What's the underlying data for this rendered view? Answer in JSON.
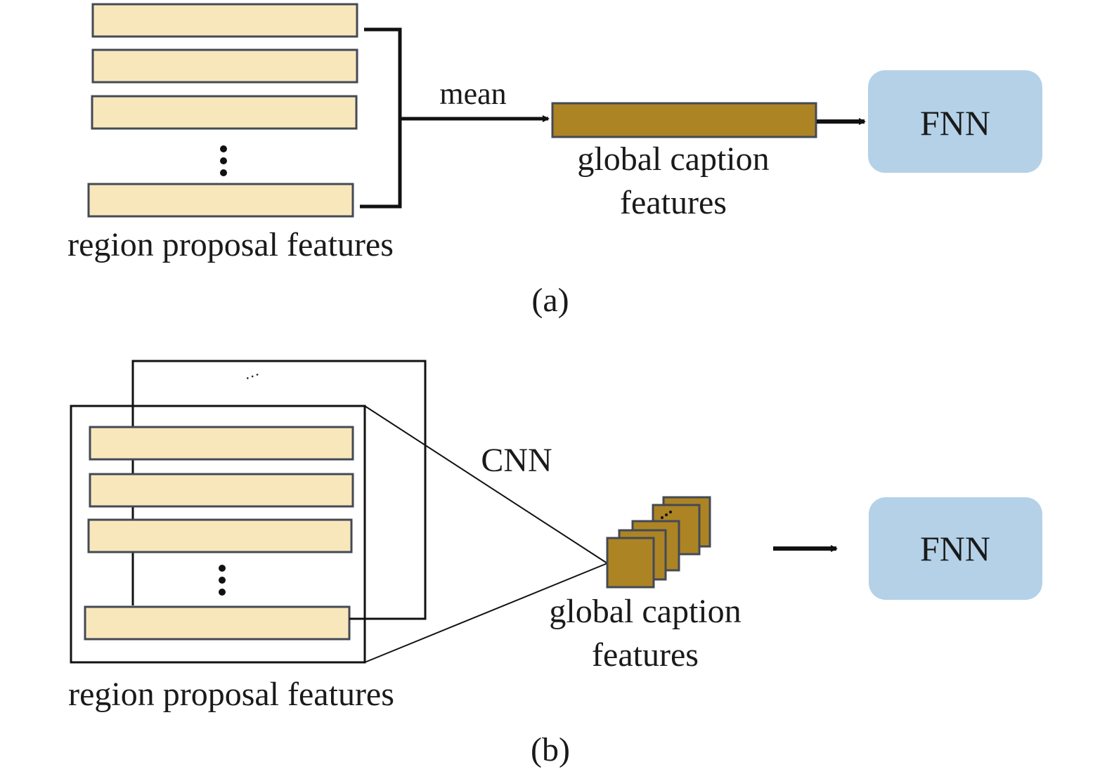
{
  "colors": {
    "region_feature_fill": "#f9e7bc",
    "region_feature_stroke": "#434a55",
    "global_feature_fill": "#ad8424",
    "fnn_fill": "#b4d1e8",
    "line": "#111111"
  },
  "panel_a": {
    "region_label": "region proposal features",
    "op_label": "mean",
    "global_label_line1": "global caption",
    "global_label_line2": "features",
    "fnn_label": "FNN",
    "caption": "(a)"
  },
  "panel_b": {
    "region_label": "region proposal features",
    "op_label": "CNN",
    "global_label_line1": "global caption",
    "global_label_line2": "features",
    "fnn_label": "FNN",
    "caption": "(b)"
  }
}
